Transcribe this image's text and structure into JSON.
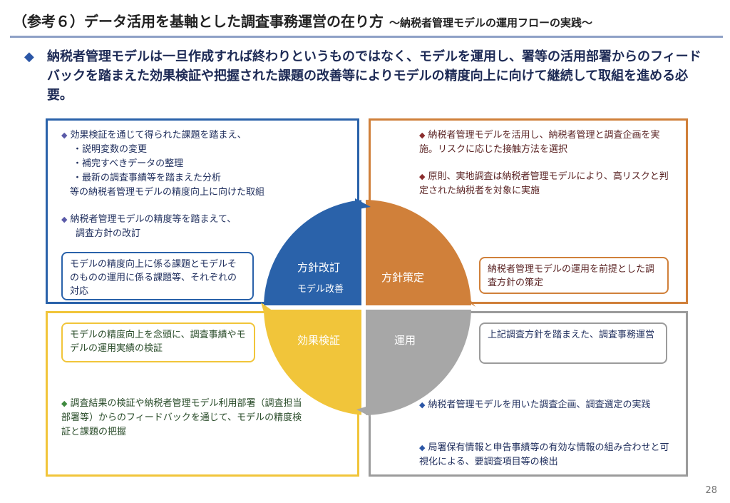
{
  "header": {
    "title": "（参考６）データ活用を基軸とした調査事務運営の在り方",
    "subtitle": "～納税者管理モデルの運用フローの実践～"
  },
  "lead": {
    "bullet": "◆",
    "text": "納税者管理モデルは一旦作成すれば終わりというものではなく、モデルを運用し、署等の活用部署からのフィードバックを踏まえた効果検証や把握された課題の改善等によりモデルの精度向上に向けて継続して取組を進める必要。"
  },
  "cycle": {
    "plan_revise": "方針改訂",
    "model_improve": "モデル改善",
    "plan_formulate": "方針策定",
    "effect_verify": "効果検証",
    "operation": "運用"
  },
  "quadrants": {
    "top_left": {
      "bullet": "◆",
      "p1_head": "効果検証を通じて得られた課題を踏まえ、",
      "p1_item1": "・説明変数の変更",
      "p1_item2": "・補完すべきデータの整理",
      "p1_item3": "・最新の調査事績等を踏まえた分析",
      "p1_tail": "等の納税者管理モデルの精度向上に向けた取組",
      "p2_line1": "納税者管理モデルの精度等を踏まえて、",
      "p2_line2": "調査方針の改訂",
      "box": "モデルの精度向上に係る課題とモデルそのものの運用に係る課題等、それぞれの対応"
    },
    "top_right": {
      "bullet": "◆",
      "p1": "納税者管理モデルを活用し、納税者管理と調査企画を実施。リスクに応じた接触方法を選択",
      "p2": "原則、実地調査は納税者管理モデルにより、高リスクと判定された納税者を対象に実施",
      "box": "納税者管理モデルの運用を前提とした調査方針の策定"
    },
    "bottom_left": {
      "bullet": "◆",
      "box": "モデルの精度向上を念頭に、調査事績やモデルの運用実績の検証",
      "p1": "調査結果の検証や納税者管理モデル利用部署（調査担当部署等）からのフィードバックを通じて、モデルの精度検証と課題の把握"
    },
    "bottom_right": {
      "bullet": "◆",
      "box": "上記調査方針を踏まえた、調査事務運営",
      "p1": "納税者管理モデルを用いた調査企画、調査選定の実践",
      "p2": "局署保有情報と申告事績等の有効な情報の組み合わせと可視化による、要調査項目等の検出"
    }
  },
  "page_number": "28",
  "colors": {
    "blue": "#2a62aa",
    "orange": "#d0803a",
    "yellow": "#f1c53a",
    "gray": "#9b9b9b"
  }
}
